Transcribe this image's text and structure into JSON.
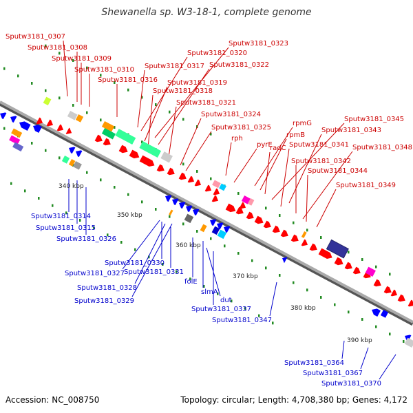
{
  "title": "Shewanella sp. W3-18-1, complete genome",
  "accession": "Accession: NC_008750",
  "stats": "Topology: circular; Length: 4,708,380 bp; Genes: 4,172",
  "colors": {
    "forward": "#ff0000",
    "reverse": "#0000ff",
    "backbone": "#999999",
    "tick": "#228b22"
  },
  "kbp_marks": [
    "340 kbp",
    "350 kbp",
    "360 kbp",
    "370 kbp",
    "380 kbp",
    "390 kbp"
  ],
  "forward_labels": [
    "Sputw3181_0307",
    "Sputw3181_0308",
    "Sputw3181_0309",
    "Sputw3181_0310",
    "Sputw3181_0316",
    "Sputw3181_0317",
    "Sputw3181_0320",
    "Sputw3181_0323",
    "Sputw3181_0322",
    "Sputw3181_0319",
    "Sputw3181_0318",
    "Sputw3181_0321",
    "Sputw3181_0324",
    "Sputw3181_0325",
    "rph",
    "pyrE",
    "rpmG",
    "rpmB",
    "radC",
    "Sputw3181_0345",
    "Sputw3181_0343",
    "Sputw3181_0341",
    "Sputw3181_0348",
    "Sputw3181_0342",
    "Sputw3181_0344",
    "Sputw3181_0349"
  ],
  "reverse_labels": [
    "Sputw3181_0314",
    "Sputw3181_0315",
    "Sputw3181_0326",
    "Sputw3181_0330",
    "Sputw3181_0327",
    "Sputw3181_0331",
    "Sputw3181_0328",
    "Sputw3181_0329",
    "folE",
    "slmA",
    "dut",
    "Sputw3181_0337",
    "Sputw3181_0347",
    "Sputw3181_0364",
    "Sputw3181_0367",
    "Sputw3181_0370"
  ]
}
